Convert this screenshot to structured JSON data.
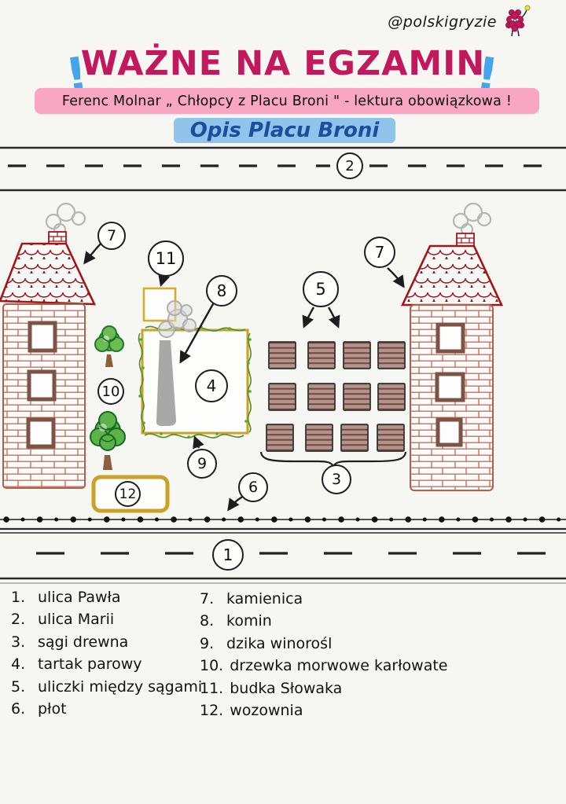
{
  "header": {
    "handle": "@polskigryzie",
    "bang": "!",
    "title": "WAŻNE NA EGZAMIN",
    "subtitle": "Ferenc Molnar „ Chłopcy z Placu Broni \" - lektura obowiązkowa !",
    "section": "Opis Placu Broni"
  },
  "colors": {
    "title_magenta": "#c2195c",
    "exclamation_blue": "#45a4ee",
    "subtitle_highlight_pink": "#f8a6c1",
    "section_highlight_blue": "#90c4eb",
    "section_text_navy": "#1c4e9c",
    "roof_red": "#a31518",
    "brick_terracotta": "#c4705a",
    "wood_stack_brown": "#b5928a",
    "accent_yellow": "#c9a227",
    "vine_green": "#4e8f2a",
    "chimney_gray": "#a8a8a8"
  },
  "map": {
    "markers": [
      {
        "number": "2",
        "label": "ulica Marii"
      },
      {
        "number": "7",
        "label": "kamienica"
      },
      {
        "number": "11",
        "label": "budka Słowaka"
      },
      {
        "number": "8",
        "label": "komin"
      },
      {
        "number": "5",
        "label": "uliczki między sągami"
      },
      {
        "number": "7",
        "label": "kamienica"
      },
      {
        "number": "10",
        "label": "drzewka morwowe karłowate"
      },
      {
        "number": "4",
        "label": "tartak parowy"
      },
      {
        "number": "9",
        "label": "dzika winorośl"
      },
      {
        "number": "3",
        "label": "sągi drewna"
      },
      {
        "number": "6",
        "label": "płot"
      },
      {
        "number": "12",
        "label": "wozownia"
      },
      {
        "number": "1",
        "label": "ulica Pawła"
      }
    ]
  },
  "legend": {
    "items": [
      {
        "num": "1.",
        "label": "ulica Pawła"
      },
      {
        "num": "2.",
        "label": "ulica Marii"
      },
      {
        "num": "3.",
        "label": "sągi drewna"
      },
      {
        "num": "4.",
        "label": "tartak parowy"
      },
      {
        "num": "5.",
        "label": "uliczki między sągami"
      },
      {
        "num": "6.",
        "label": "płot"
      },
      {
        "num": "7.",
        "label": "kamienica"
      },
      {
        "num": "8.",
        "label": "komin"
      },
      {
        "num": "9.",
        "label": "dzika winorośl"
      },
      {
        "num": "10.",
        "label": "drzewka morwowe karłowate"
      },
      {
        "num": "11.",
        "label": "budka Słowaka"
      },
      {
        "num": "12.",
        "label": "wozownia"
      }
    ]
  }
}
